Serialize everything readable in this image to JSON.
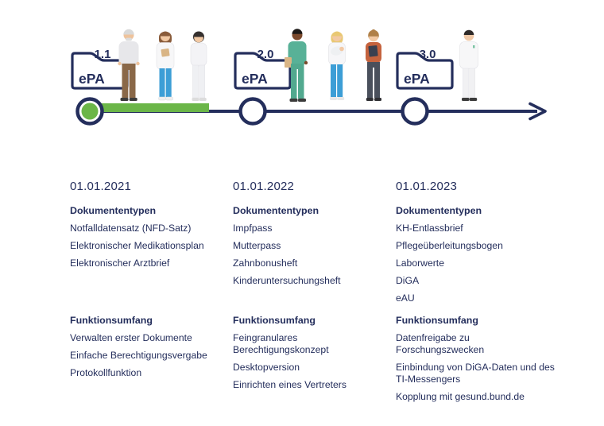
{
  "colors": {
    "navy": "#242e5c",
    "green": "#6bb648",
    "jeans_blue": "#3d9ed6",
    "scrubs_teal": "#58b197",
    "rust_orange": "#c5633e"
  },
  "labels": {
    "dokumententypen": "Dokumententypen",
    "funktionsumfang": "Funktionsumfang"
  },
  "milestones": [
    {
      "version": "1.1",
      "folder_label": "ePA",
      "date": "01.01.2021",
      "dokumententypen": [
        "Notfalldatensatz (NFD-Satz)",
        "Elektronischer Medikationsplan",
        "Elektronischer Arztbrief"
      ],
      "funktionsumfang": [
        "Verwalten erster Dokumente",
        "Einfache Berechtigungsvergabe",
        "Protokollfunktion"
      ]
    },
    {
      "version": "2.0",
      "folder_label": "ePA",
      "date": "01.01.2022",
      "dokumententypen": [
        "Impfpass",
        "Mutterpass",
        "Zahnbonusheft",
        "Kinderuntersuchungsheft"
      ],
      "funktionsumfang": [
        "Feingranulares Berechtigungskonzept",
        "Desktopversion",
        "Einrichten eines Vertreters"
      ]
    },
    {
      "version": "3.0",
      "folder_label": "ePA",
      "date": "01.01.2023",
      "dokumententypen": [
        "KH-Entlassbrief",
        "Pflegeüberleitungsbogen",
        "Laborwerte",
        "DiGA",
        "eAU"
      ],
      "funktionsumfang": [
        "Datenfreigabe zu Forschungszwecken",
        "Einbindung von DiGA-Daten und des TI-Messengers",
        "Kopplung mit gesund.bund.de"
      ]
    }
  ],
  "illustrations": [
    "elderly-man-patient",
    "female-doctor-with-clipboard",
    "nurse-in-white",
    "male-nurse-in-scrubs",
    "mother-with-baby",
    "woman-with-folder",
    "male-doctor"
  ]
}
